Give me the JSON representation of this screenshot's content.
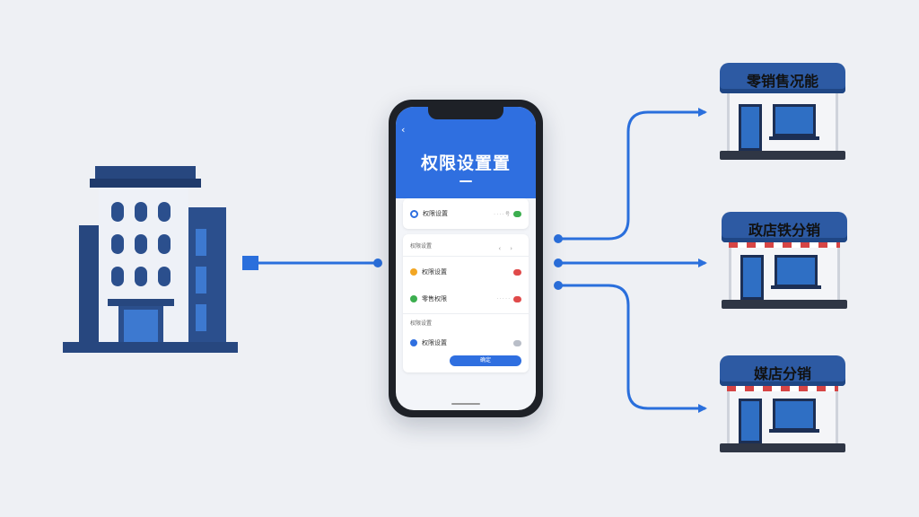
{
  "phone": {
    "title": "权限设置置",
    "back_icon": "chevron-left-icon",
    "top_item": {
      "label": "权限设置",
      "meta": "· · · · 号"
    },
    "section1": "权限设置",
    "items": [
      {
        "label": "权限设置",
        "color": "#f2a623",
        "meta": ""
      },
      {
        "label": "零售权限",
        "color": "#3cae4f",
        "meta": "· · · · ·"
      }
    ],
    "section2": "权限设置",
    "bottom_item": {
      "label": "权限设置",
      "color": "#2f6fe0"
    },
    "button_label": "确定"
  },
  "stores": [
    {
      "sign": "零销售况能"
    },
    {
      "sign": "政店铁分销"
    },
    {
      "sign": "媒店分销"
    }
  ],
  "colors": {
    "accent": "#2f6fe0",
    "arrow": "#2a6fdc",
    "building": "#27477f"
  }
}
